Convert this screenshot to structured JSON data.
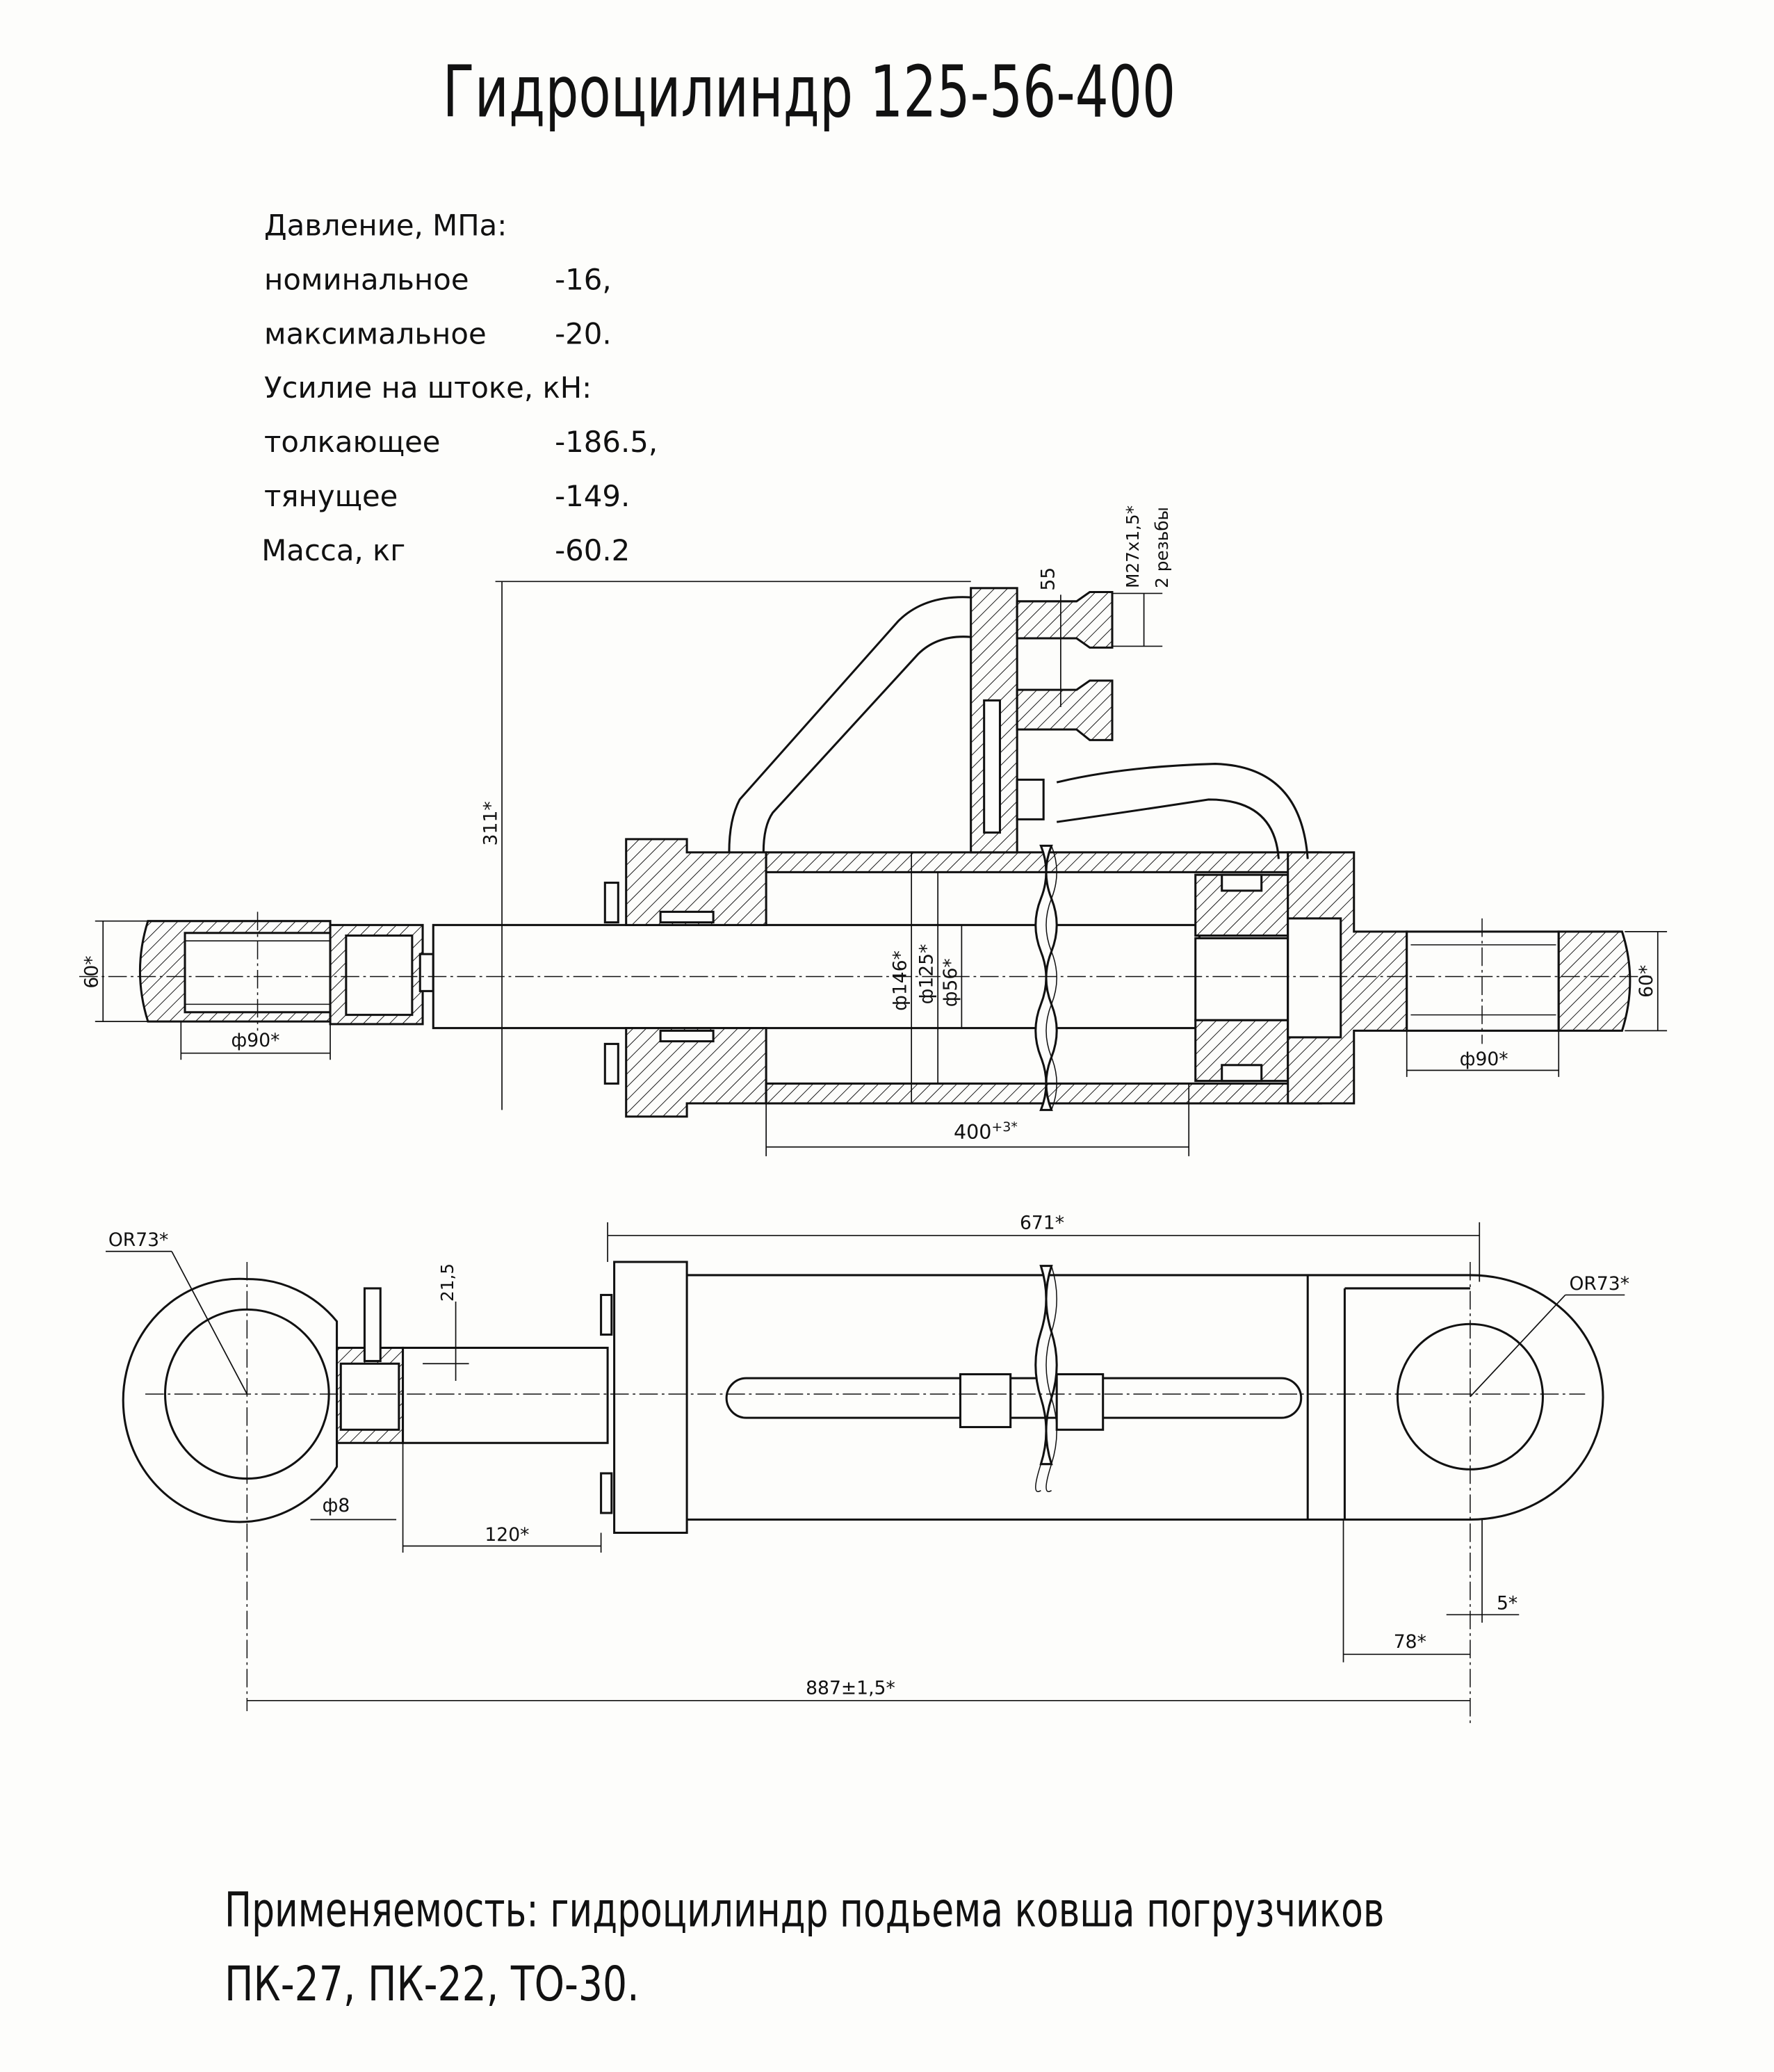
{
  "title": "Гидроцилиндр  125-56-400",
  "specs": {
    "pressure_heading": "Давление, МПа:",
    "nominal_label": "номинальное",
    "nominal_value": "-16,",
    "max_label": "максимальное",
    "max_value": "-20.",
    "force_heading": "Усилие на штоке, кН:",
    "push_label": "толкающее",
    "push_value": "-186.5,",
    "pull_label": "тянущее",
    "pull_value": "-149.",
    "mass_label": "Масса, кг",
    "mass_value": "-60.2"
  },
  "dimensions": {
    "height_total": "311*",
    "eye_width_left": "60*",
    "eye_dia_left": "ф90*",
    "stroke": "400",
    "stroke_tol": "+3*",
    "dia_outer": "ф146*",
    "dia_bore": "ф125*",
    "dia_rod": "ф56*",
    "port_spacing": "55",
    "thread": "M27x1,5*",
    "thread_count": "2 резьбы",
    "eye_width_right": "60*",
    "eye_dia_right": "ф90*",
    "body_length": "671*",
    "radius_left": "OR73*",
    "radius_right": "OR73*",
    "offset_21_5": "21,5",
    "hole_dia": "ф8",
    "rod_extension": "120*",
    "total_length": "887±1,5*",
    "rear_78": "78*",
    "rear_5": "5*"
  },
  "application": {
    "line1": "Применяемость: гидроцилиндр подьема ковша погрузчиков",
    "line2": "ПК-27, ПК-22, ТО-30."
  }
}
